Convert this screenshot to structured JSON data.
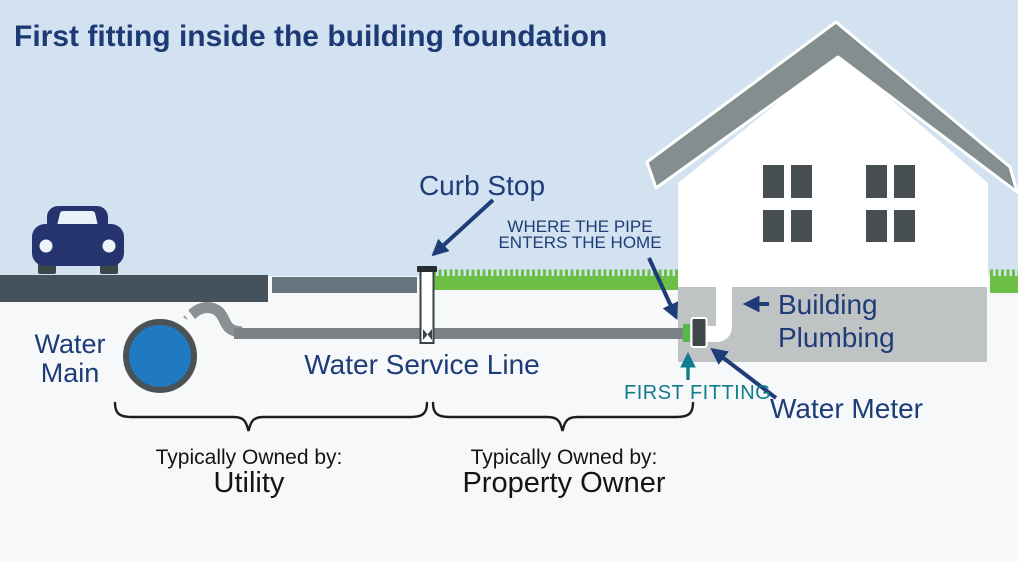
{
  "title": "First fitting inside the building foundation",
  "labels": {
    "curb_stop": "Curb Stop",
    "pipe_entry": {
      "line1": "WHERE THE PIPE",
      "line2": "ENTERS THE HOME"
    },
    "water_main": {
      "line1": "Water",
      "line2": "Main"
    },
    "water_service_line": "Water Service Line",
    "first_fitting": "FIRST FITTING",
    "water_meter": "Water Meter",
    "building_plumbing": {
      "line1": "Building",
      "line2": "Plumbing"
    }
  },
  "ownership": {
    "utility": {
      "intro": "Typically Owned by:",
      "owner": "Utility"
    },
    "property_owner": {
      "intro": "Typically Owned by:",
      "owner": "Property Owner"
    }
  },
  "icons": {
    "car": "car-icon",
    "house": "house-icon",
    "water_main_pipe": "water-main-pipe-icon",
    "curb_stop_valve": "curb-stop-valve-icon",
    "water_meter_device": "water-meter-icon",
    "first_fitting_connector": "first-fitting-icon",
    "building_plumbing_pipe": "building-plumbing-pipe-icon"
  },
  "colors": {
    "navy_text": "#1e3c78",
    "teal_text": "#117c8c",
    "sky": "#d2e2f0",
    "ground_white": "#f6f8fa",
    "road": "#46525b",
    "sidewalk": "#64757e",
    "grass": "#6cbe45",
    "water_main_blue": "#1f7ac0",
    "pipe_gray": "#7c8284",
    "roof_gray": "#858e8f",
    "foundation_gray": "#c0c3c4",
    "window_gray": "#474f52",
    "meter_charcoal": "#3e4648",
    "fitting_green": "#55b948",
    "brace_black": "#1c1c1c"
  }
}
